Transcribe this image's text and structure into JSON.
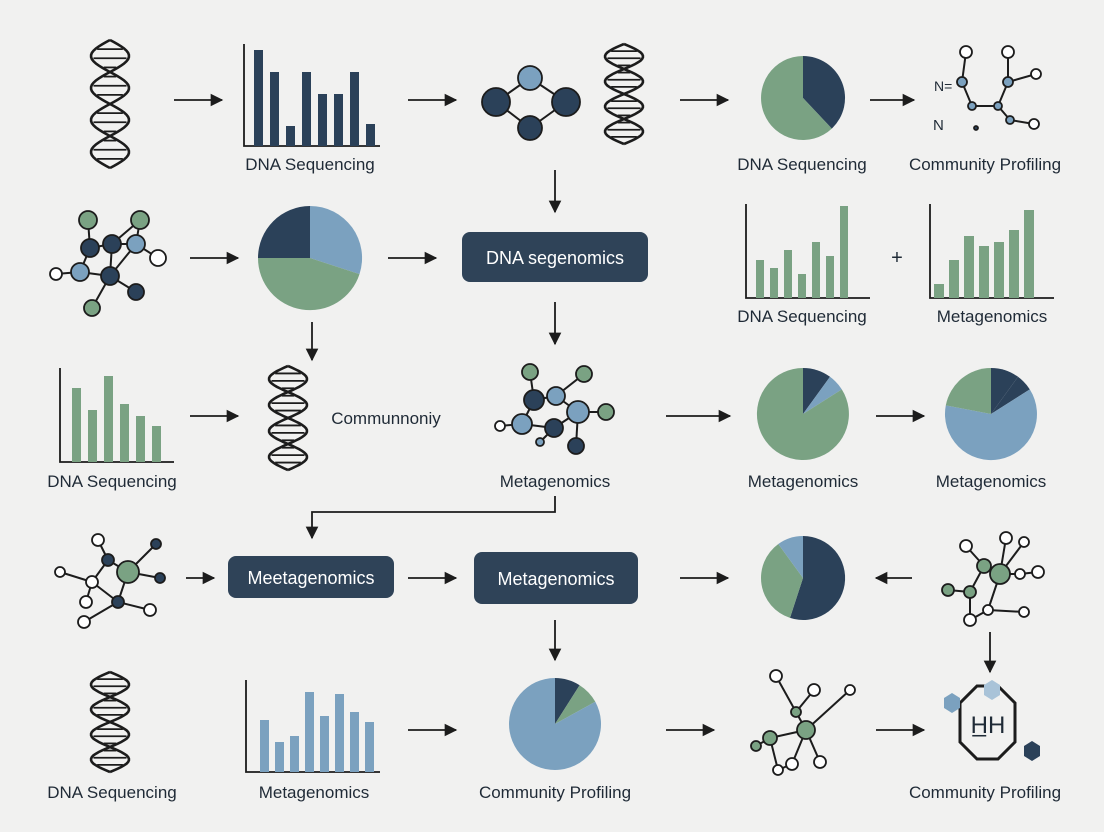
{
  "labels": {
    "r1_bars": "DNA Sequencing",
    "r1_pie": "DNA Sequencing",
    "r1_molecule": "Community Profiling",
    "r2_box": "DNA segenomics",
    "r2_bars_a": "DNA Sequencing",
    "r2_plus": "+",
    "r2_bars_b": "Metagenomics",
    "r3_bars": "DNA Sequencing",
    "r3_dna": "Communnoniy",
    "r3_network": "Metagenomics",
    "r3_pie_a": "Metagenomics",
    "r3_pie_b": "Metagenomics",
    "r4_box_a": "Meetagenomics",
    "r4_box_b": "Metagenomics",
    "r5_dna": "DNA Sequencing",
    "r5_bars": "Metagenomics",
    "r5_pie": "Community Profiling",
    "r5_hexagon": "Community Profiling",
    "hexagon_glyph": "H̲H"
  },
  "colors": {
    "navy": "#2b4159",
    "green": "#7aa283",
    "blue": "#7ba1bf",
    "ink": "#1c1c1c",
    "box": "#2f4358"
  },
  "icons": [
    "dna-helix-icon",
    "bar-chart-icon",
    "network-diamond-icon",
    "pie-chart-icon",
    "molecule-icon",
    "process-box",
    "arrow-icon",
    "hexagon-molecule-icon"
  ]
}
